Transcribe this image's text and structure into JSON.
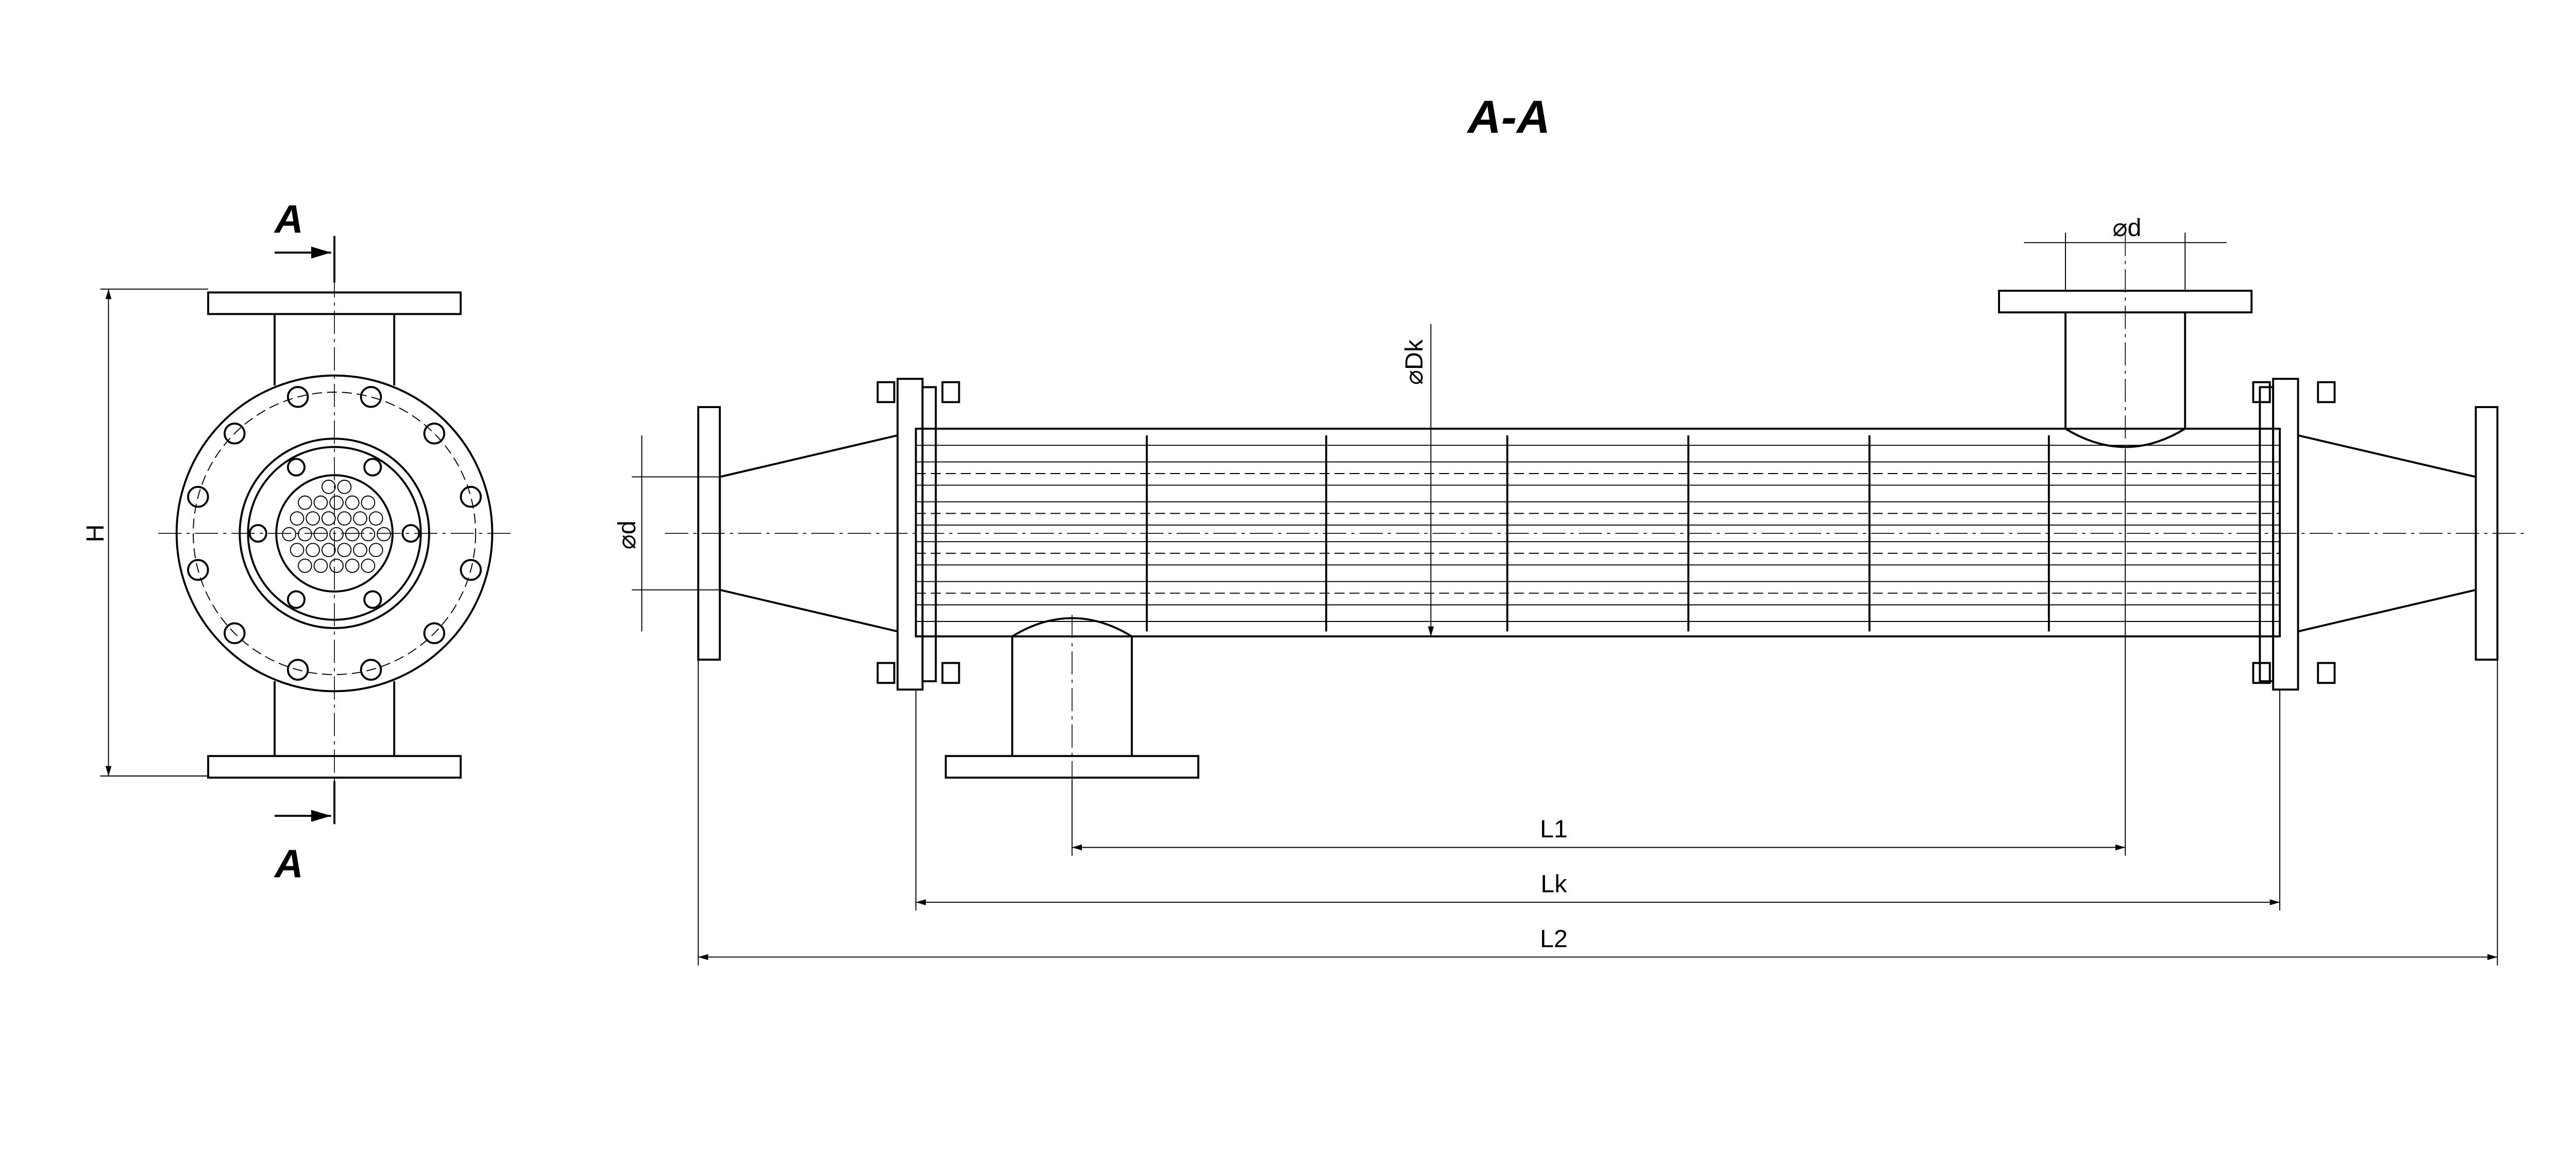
{
  "section_title": "A-A",
  "section_marks": {
    "top": "A",
    "bottom": "A"
  },
  "dimensions": {
    "height": "H",
    "inlet_diameter_left": "⌀d",
    "nozzle_diameter_top": "⌀d",
    "shell_diameter": "⌀Dk",
    "nozzle_spacing": "L1",
    "shell_length": "Lk",
    "overall_length": "L2"
  }
}
